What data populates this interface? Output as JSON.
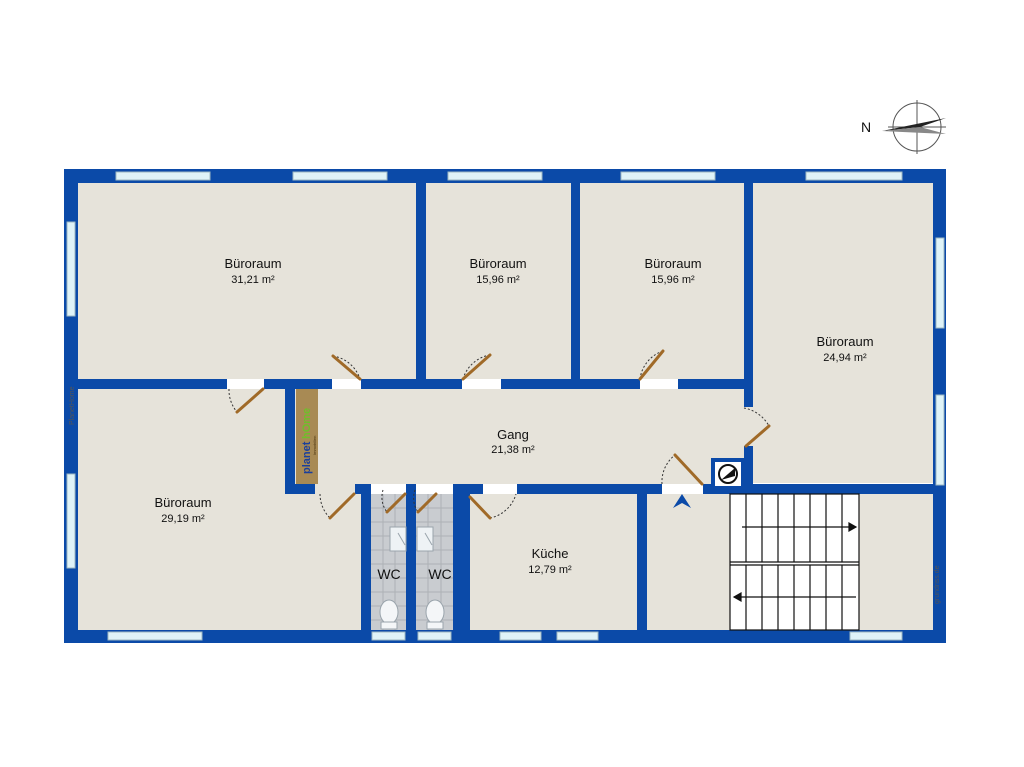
{
  "colors": {
    "wall": "#0b4aa8",
    "floor": "#e6e3da",
    "tile": "#c9ccd0",
    "window": "#dff3f8",
    "door": "#a06a28",
    "logo_bg": "#a88a54"
  },
  "compass": {
    "label": "N"
  },
  "side_labels": {
    "left": "PlanetHome",
    "right": "grundriss.de"
  },
  "logo": {
    "word1": "planet",
    "word2": "hOme",
    "tagline": "Immobilien"
  },
  "rooms": {
    "office_nw": {
      "name": "Büroraum",
      "area": "31,21 m²"
    },
    "office_n2": {
      "name": "Büroraum",
      "area": "15,96 m²"
    },
    "office_n3": {
      "name": "Büroraum",
      "area": "15,96 m²"
    },
    "office_ne": {
      "name": "Büroraum",
      "area": "24,94 m²"
    },
    "office_sw": {
      "name": "Büroraum",
      "area": "29,19 m²"
    },
    "hall": {
      "name": "Gang",
      "area": "21,38 m²"
    },
    "kitchen": {
      "name": "Küche",
      "area": "12,79 m²"
    },
    "wc1": {
      "name": "WC"
    },
    "wc2": {
      "name": "WC"
    }
  }
}
